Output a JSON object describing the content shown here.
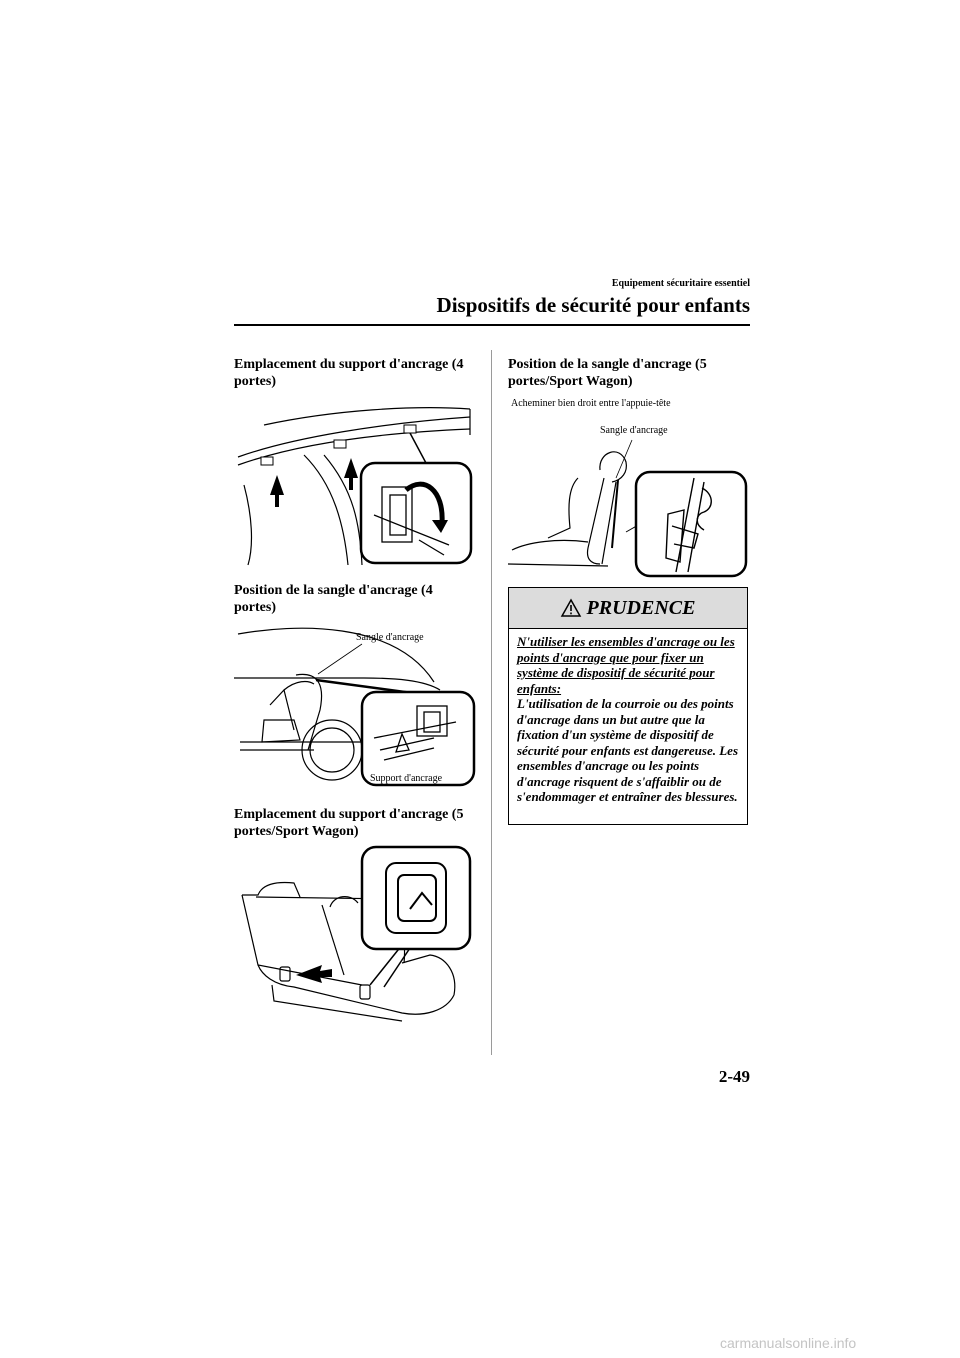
{
  "header": {
    "section_small": "Equipement sécuritaire essentiel",
    "section_title": "Dispositifs de sécurité pour enfants"
  },
  "left_column": {
    "caption_1": "Emplacement du support d'ancrage (4 portes)",
    "caption_2": "Position de la sangle d'ancrage (4 portes)",
    "fig2_label_top": "Sangle d'ancrage",
    "fig2_label_bottom": "Support d'ancrage",
    "caption_3": "Emplacement du support d'ancrage (5 portes/Sport Wagon)"
  },
  "right_column": {
    "caption_1": "Position de la sangle d'ancrage (5 portes/Sport Wagon)",
    "fig_label_top": "Acheminer bien droit entre l'appuie-tête",
    "fig_label_strap": "Sangle d'ancrage"
  },
  "warning": {
    "title": "PRUDENCE",
    "underlined": "N'utiliser les ensembles d'ancrage ou les points d'ancrage que pour fixer un système de dispositif de sécurité pour enfants:",
    "body": "L'utilisation de la courroie ou des points d'ancrage dans un but autre que la fixation d'un système de dispositif de sécurité pour enfants est dangereuse. Les ensembles d'ancrage ou les points d'ancrage risquent de s'affaiblir ou de s'endommager et entraîner des blessures."
  },
  "footer": {
    "page_number": "2-49",
    "watermark": "carmanualsonline.info"
  },
  "icons": {
    "warning": "warning-triangle-icon"
  }
}
